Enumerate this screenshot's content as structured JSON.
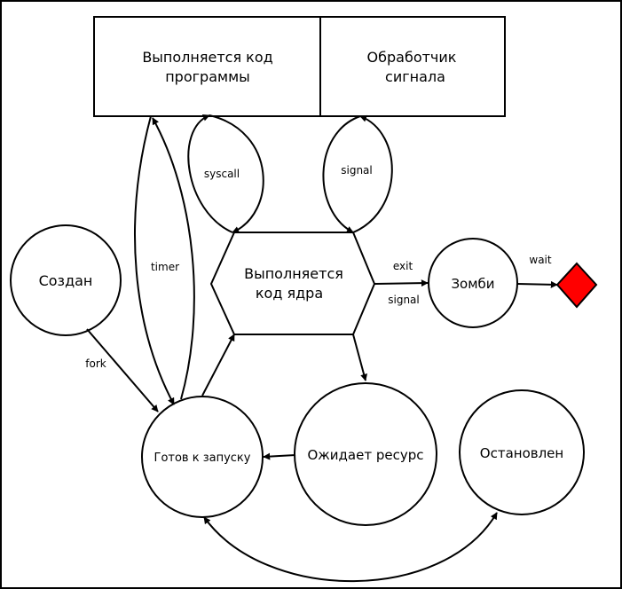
{
  "colors": {
    "sink_fill": "#ff0000",
    "stroke": "#000000",
    "background": "#ffffff"
  },
  "nodes": {
    "user_code": {
      "line1": "Выполняется код",
      "line2": "программы"
    },
    "signal_handler": {
      "line1": "Обработчик",
      "line2": "сигнала"
    },
    "kernel_code": {
      "line1": "Выполняется",
      "line2": "код ядра"
    },
    "created": "Создан",
    "zombie": "Зомби",
    "ready": "Готов к запуску",
    "waiting": "Ожидает ресурс",
    "stopped": "Остановлен"
  },
  "edges": {
    "syscall": "syscall",
    "signal_handler": "signal",
    "timer": "timer",
    "exit": "exit",
    "exit_signal": "signal",
    "fork": "fork",
    "wait": "wait"
  }
}
